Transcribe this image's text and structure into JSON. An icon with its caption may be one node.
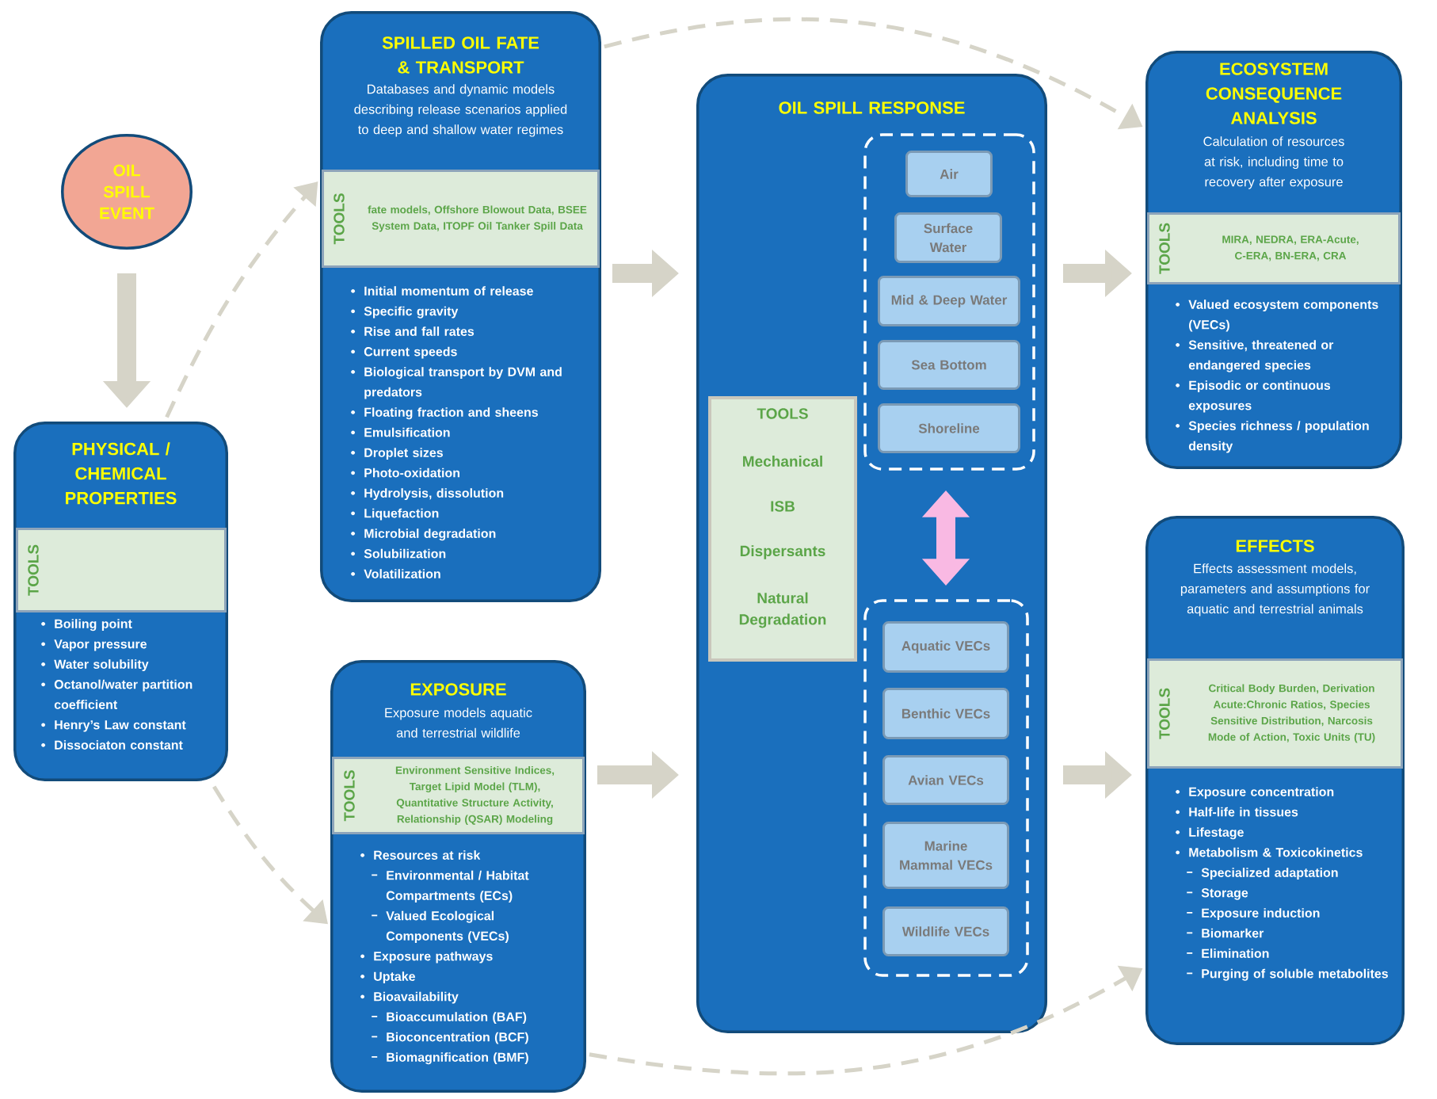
{
  "diagram": {
    "nodes": [
      {
        "text": [
          "OIL SPILL EVENT"
        ]
      },
      {
        "text": [
          "PHYSICAL / CHEMICAL PROPERTIES",
          "Boiling point",
          "Vapor pressure",
          "Water solubility",
          "Octanol/water partition coefficient",
          "Henry’s Law constant",
          "Dissociaton constant"
        ]
      },
      {
        "text": [
          "TOOLS"
        ],
        "in": 1
      },
      {
        "text": [
          "SPILLED OIL FATE & TRANSPORT",
          "Databases and dynamic models describing release scenarios applied to deep and shallow water regimes",
          "Initial momentum of release",
          "Specific gravity",
          "Rise and fall rates",
          "Current speeds",
          "Biological transport by DVM and predators",
          "Floating fraction and sheens",
          "Emulsification",
          "Droplet sizes",
          "Photo-oxidation",
          "Hydrolysis, dissolution",
          "Liquefaction",
          "Microbial degradation",
          "Solubilization",
          "Volatilization"
        ]
      },
      {
        "text": [
          "TOOLS",
          "fate models, Offshore Blowout Data, BSEE System Data, ITOPF Oil Tanker Spill Data"
        ],
        "in": 3
      },
      {
        "text": [
          "EXPOSURE",
          "Exposure models aquatic and terrestrial wildlife",
          "Resources at risk",
          "Environmental / Habitat Compartments (ECs)",
          "Valued Ecological Components (VECs)",
          "Exposure pathways",
          "Uptake",
          "Bioavailability",
          "Bioaccumulation (BAF)",
          "Bioconcentration (BCF)",
          "Biomagnification (BMF)"
        ]
      },
      {
        "text": [
          "TOOLS",
          "Environment Sensitive Indices, Target Lipid Model (TLM), Quantitative Structure Activity, Relationship (QSAR) Modeling"
        ],
        "in": 5
      },
      {
        "text": [
          "OIL SPILL RESPONSE"
        ]
      },
      {
        "text": [
          "TOOLS",
          "Mechanical",
          "ISB",
          "Dispersants",
          "Natural Degradation"
        ],
        "in": 7
      },
      {
        "text": [],
        "shape": "box",
        "in": 7
      },
      {
        "text": [
          "Air"
        ],
        "in": 9
      },
      {
        "text": [
          "Surface Water"
        ],
        "in": 9
      },
      {
        "text": [
          "Mid & Deep Water"
        ],
        "in": 9
      },
      {
        "text": [
          "Sea Bottom"
        ],
        "in": 9
      },
      {
        "text": [
          "Shoreline"
        ],
        "in": 9
      },
      {
        "text": [],
        "shape": "box",
        "in": 7
      },
      {
        "text": [
          "Aquatic VECs"
        ],
        "in": 15
      },
      {
        "text": [
          "Benthic VECs"
        ],
        "in": 15
      },
      {
        "text": [
          "Avian VECs"
        ],
        "in": 15
      },
      {
        "text": [
          "Marine Mammal VECs"
        ],
        "in": 15
      },
      {
        "text": [
          "Wildlife VECs"
        ],
        "in": 15
      },
      {
        "text": [
          "ECOSYSTEM CONSEQUENCE ANALYSIS",
          "Calculation of resources at risk, including time to recovery after exposure",
          "Valued ecosystem components (VECs)",
          "Sensitive, threatened or endangered species",
          "Episodic or continuous exposures",
          "Species richness / population density"
        ]
      },
      {
        "text": [
          "TOOLS",
          "MIRA, NEDRA, ERA-Acute, C-ERA, BN-ERA, CRA"
        ],
        "in": 21
      },
      {
        "text": [
          "EFFECTS",
          "Effects assessment models, parameters and assumptions for aquatic and terrestrial animals",
          "Exposure concentration",
          "Half-life in tissues",
          "Lifestage",
          "Metabolism & Toxicokinetics",
          "Specialized adaptation",
          "Storage",
          "Exposure induction",
          "Biomarker",
          "Elimination",
          "Purging of soluble metabolites"
        ]
      },
      {
        "text": [
          "TOOLS",
          "Critical Body Burden, Derivation Acute:Chronic Ratios, Species Sensitive Distribution, Narcosis Mode of Action, Toxic Units (TU)"
        ],
        "in": 23
      }
    ],
    "edges": [
      {
        "from": 0,
        "to": 1,
        "arrow": "to"
      },
      {
        "from": 1,
        "to": 3,
        "arrow": "to",
        "style": "dashed"
      },
      {
        "from": 1,
        "to": 5,
        "arrow": "to",
        "style": "dashed"
      },
      {
        "from": 3,
        "to": 7,
        "arrow": "to"
      },
      {
        "from": 5,
        "to": 7,
        "arrow": "to"
      },
      {
        "from": 3,
        "to": 21,
        "arrow": "to",
        "style": "dashed"
      },
      {
        "from": 7,
        "to": 21,
        "arrow": "to"
      },
      {
        "from": 7,
        "to": 23,
        "arrow": "to"
      },
      {
        "from": 5,
        "to": 23,
        "arrow": "to",
        "style": "dashed"
      },
      {
        "from": 9,
        "to": 15,
        "arrow": "both",
        "color": "#f9b9e3"
      }
    ]
  }
}
